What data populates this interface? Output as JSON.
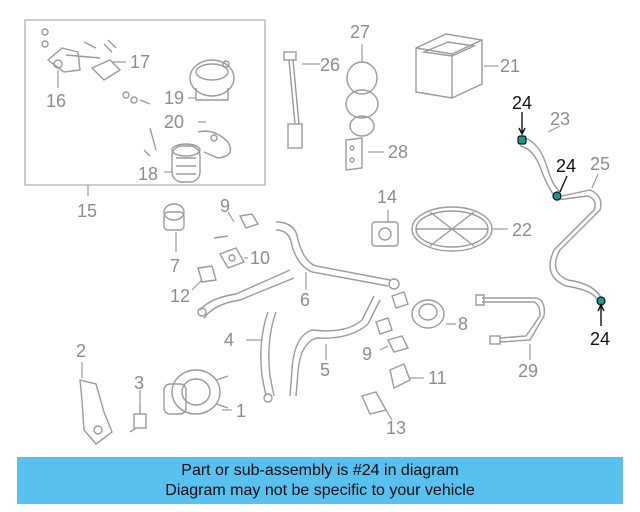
{
  "diagram": {
    "callouts": {
      "c1": "1",
      "c2": "2",
      "c3": "3",
      "c4": "4",
      "c5": "5",
      "c6": "6",
      "c7": "7",
      "c8": "8",
      "c9a": "9",
      "c9b": "9",
      "c10": "10",
      "c11": "11",
      "c12": "12",
      "c13": "13",
      "c14": "14",
      "c15": "15",
      "c16": "16",
      "c17": "17",
      "c18": "18",
      "c19": "19",
      "c20": "20",
      "c21": "21",
      "c22": "22",
      "c23": "23",
      "c24a": "24",
      "c24b": "24",
      "c24c": "24",
      "c25": "25",
      "c26": "26",
      "c27": "27",
      "c28": "28",
      "c29": "29"
    },
    "highlight_color": "#111111",
    "part_color": "#9a9a9a"
  },
  "banner": {
    "line1": "Part or sub-assembly is #24 in diagram",
    "line2": "Diagram may not be specific to your vehicle",
    "background": "#58c1f0"
  }
}
